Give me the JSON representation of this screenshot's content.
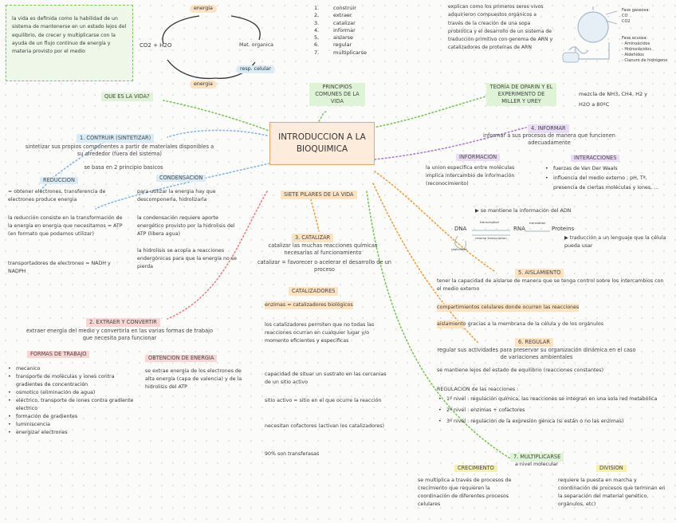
{
  "center": "INTRODUCCION A LA BIOQUIMICA",
  "que_es": {
    "title": "QUE ES LA VIDA?",
    "definition": "la vida es definida como la habilidad de un sistema de mantenerse en un estado lejos del equilibrio, de crecer y multiplicarse con la ayuda de un flujo continuo de energía y materia provisto por el medio",
    "diagram": {
      "energia_top": "energia",
      "formula": "CO2 + H2O",
      "mat": "Mat. organica",
      "energia_bottom": "energia",
      "resp": "resp. celular"
    }
  },
  "principios": {
    "title": "PRINCIPIOS COMUNES DE LA VIDA",
    "list": [
      "construir",
      "extraer",
      "catalizar",
      "informar",
      "aislarse",
      "regular",
      "multiplicarse"
    ],
    "nums": [
      "1.",
      "2.",
      "3.",
      "4.",
      "5.",
      "6.",
      "7."
    ]
  },
  "oparin": {
    "title": "TEORÍA DE OPARIN Y EL EXPERIMENTO DE MILLER Y UREY",
    "text": "explican como los primeros seres vivos adquirieron compuestos orgánicos a través de la creación de una sopa probiótica y el desarrollo de un sistema de traducción primitivo con genoma de ARN y catalizadores de proteínas de ARN",
    "mezcla": "mezcla de NH3, CH4, H2 y H2O a 80ºC",
    "gases": [
      "Fase gaseosa:",
      "CO",
      "CO2"
    ],
    "acuosa": [
      "Fase acuosa:",
      "- Aminoácidos",
      "- Hidroxiácidos",
      "- Aldehídos",
      "- Cianuro de hidrógeno"
    ]
  },
  "siete": "SIETE PILARES DE LA VIDA",
  "construir": {
    "title": "1. CONTRUIR (SINTETIZAR)",
    "desc": "sintetizar sus propios componentes a partir de materiales disponibles a su alrededor (fuera del sistema)",
    "base": "se basa en 2 principio basicos",
    "reduccion": "REDUCCION",
    "condensacion": "CONDENSACION",
    "red1": "= obtener electrones, transferencia de electrones produce energia",
    "red2": "la reducción consiste en la transformación de la energía en energia que necesitamos = ATP (en formato que podamos utilizar)",
    "red3": "transportadores de electrones = NADH y NADPH",
    "con1": "para utilizar la energia hay que descomponerla, hidrolizarla",
    "con2": "la condensación requiere aporte energético provisto por la hidrolisis del ATP (libera agua)",
    "con3": "la hidrolisis se acopla a reacciones endergónicas para que la energía no se pierda"
  },
  "extraer": {
    "title": "2. EXTRAER Y CONVERTIR",
    "desc": "extraer energía del medio y convertirla en las varias formas de trabajo que necesita para funcionar",
    "formas_title": "FORMAS DE TRABAJO",
    "formas": [
      "mecanico",
      "transporte de moléculas y iones contra gradientes de concentración",
      "osmotico (eliminación de agua)",
      "eléctrico, transporte de iones contra gradiente electrico",
      "formación de gradientes",
      "luminiscencia",
      "energizar electrones"
    ],
    "obt_title": "OBTENCION DE ENERGIA",
    "obt": "se extrae energía de los electrones de alta energía (capa de valencia) y de la hidrolisis del ATP"
  },
  "catalizar": {
    "title": "3. CATALIZAR",
    "desc": "catalizar las muchas reacciones químicas necesarias al funcionamiento",
    "def": "catalizar = favorecer o acelerar el desarrollo de un proceso",
    "cat_title": "CATALIZADORES",
    "enzimas": "enzimas = catalizadores biológicos",
    "p1": "los catalizadores permiten que no todas las reacciones ocurran en cualquier lugar y/o momento eficientes y especificas",
    "p2": "capacidad de situar un sustrato en las cercanias de un sitio activo",
    "p3": "sitio activo = sitio en el que ocurre la reacción",
    "p4": "necesitan cofactores (activan los catalizadores)",
    "p5": "90% son transferasas"
  },
  "informar": {
    "title": "4. INFORMAR",
    "desc": "informar a sus procesos de manera que funcionen adecuadamente",
    "info_title": "INFORMACION",
    "info": "la union especifica entre moléculas implica intercambio de información (reconocimiento)",
    "inter_title": "INTERACCIONES",
    "inter": [
      "fuerzas de Van Der Waals",
      "influencia del medio externo ; pH, Tª, presencia de ciertas moléculas y iones, ..."
    ],
    "adn": "se mantiene la información del ADN",
    "traduccion": "traducción a un lenguaje que la célula pueda usar",
    "dogma": {
      "dna": "DNA",
      "rna": "RNA",
      "prot": "Proteins",
      "transcription": "transcription",
      "reverse": "reverse transcription",
      "translation": "translation",
      "replication": "replication"
    }
  },
  "aislamiento": {
    "title": "5. AISLAMIENTO",
    "p1": "tener la capacidad de aislarse de manera que se tenga control sobre los intercambios con el medio externo",
    "p2": "compartimientos celulares donde ocurren las reacciones",
    "p3": "aislamiento gracias a la membrana de la célula y de los orgánulos"
  },
  "regular": {
    "title": "6. REGULAR",
    "desc": "regular sus actividades para preservar su organización dinámica en el caso de variaciones ambientales",
    "p1": "se mantiene lejos del estado de equilibrio (reacciones constantes)",
    "niveles_title": "REGULACION de las reacciones :",
    "niveles": [
      "1º nivel : regulación química, las reacciones se integran en una sola red metabólica",
      "2º nivel : enzimas + cofactores",
      "3º nivel : regulación de la expresión génica (si están o no las enzimas)"
    ]
  },
  "multiplicarse": {
    "title": "7. MULTIPLICARSE",
    "sub": "a nivel molecular",
    "crec_title": "CRECIMIENTO",
    "crec": "se multiplica a través de procesos de crecimiento que requieren la coordinación de diferentes procesos celulares",
    "div_title": "DIVISION",
    "div": "requiere la puesta en marcha y coordinación de procesos que terminan en la separación del material genético, orgánulos, etc)"
  }
}
